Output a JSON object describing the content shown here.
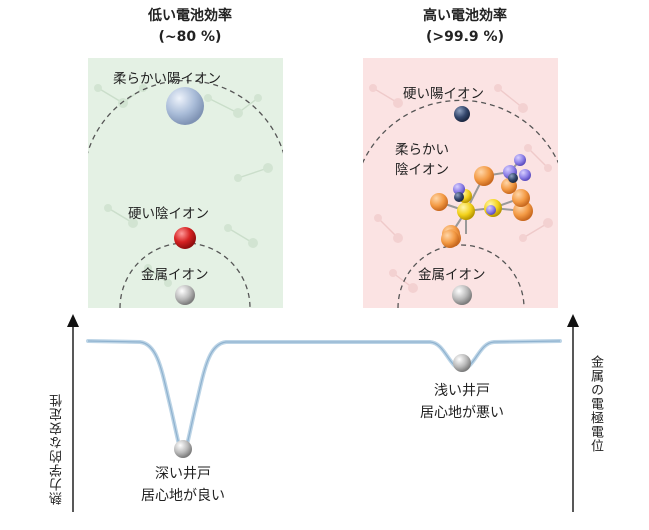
{
  "left_panel": {
    "title_line1": "低い電池効率",
    "title_line2": "(~80 %)",
    "soft_cation": "柔らかい陽イオン",
    "hard_anion": "硬い陰イオン",
    "metal_ion": "金属イオン",
    "bg_color": "#e4f1e4"
  },
  "right_panel": {
    "title_line1": "高い電池効率",
    "title_line2": "(>99.9 %)",
    "hard_cation": "硬い陽イオン",
    "soft_anion_line1": "柔らかい",
    "soft_anion_line2": "陰イオン",
    "metal_ion": "金属イオン",
    "bg_color": "#fbe3e3"
  },
  "energy_diagram": {
    "left_axis_label": "熱力学的な安定性",
    "right_axis_label": "金属の電極電位",
    "deep_well_line1": "深い井戸",
    "deep_well_line2": "居心地が良い",
    "shallow_well_line1": "浅い井戸",
    "shallow_well_line2": "居心地が悪い",
    "curve_color": "#a9c8df"
  }
}
